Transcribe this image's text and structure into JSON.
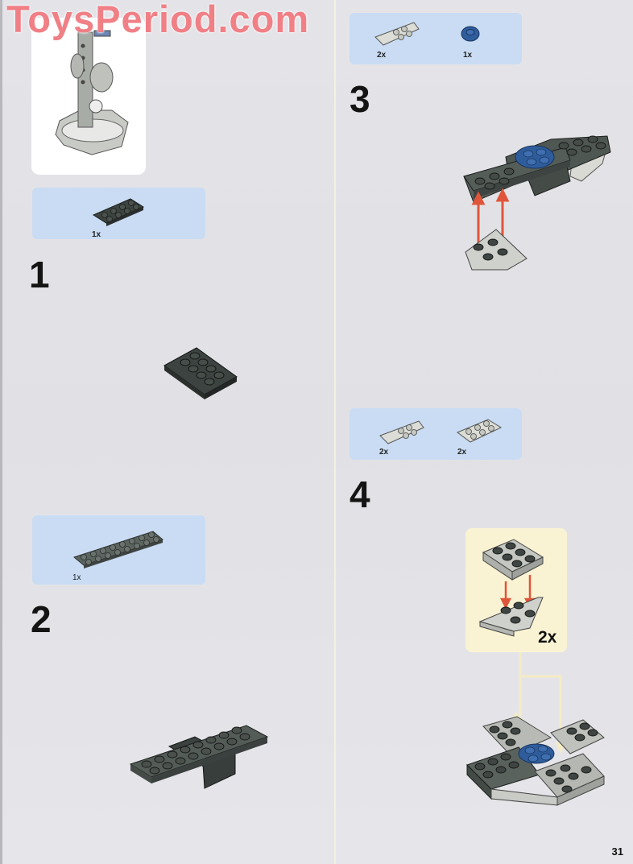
{
  "watermark": {
    "text": "ToysPeriod.com",
    "color": "#f07f86"
  },
  "page": {
    "number": "31",
    "background": "#e3e3e7"
  },
  "top_callout": {
    "description": "completed stand sub-model"
  },
  "steps": [
    {
      "number": "1",
      "parts": [
        {
          "name": "dark grey plate 2x4",
          "qty": "1x",
          "color": "#3d4440"
        }
      ]
    },
    {
      "number": "2",
      "parts": [
        {
          "name": "dark grey plate 2x8",
          "qty": "1x",
          "color": "#5c6460"
        }
      ]
    },
    {
      "number": "3",
      "parts": [
        {
          "name": "light grey wedge plate",
          "qty": "2x",
          "color": "#cfd1cc"
        },
        {
          "name": "blue round plate 2x2",
          "qty": "1x",
          "color": "#2f5d9c"
        }
      ]
    },
    {
      "number": "4",
      "parts": [
        {
          "name": "light grey wedge plate",
          "qty": "2x",
          "color": "#cfd1cc"
        },
        {
          "name": "light grey plate 2x3",
          "qty": "2x",
          "color": "#cfd1cc"
        }
      ],
      "subassembly": {
        "qty": "2x"
      }
    }
  ],
  "colors": {
    "parts_bg": "#c9dcf3",
    "sub_bg": "#faf3d3",
    "arrow": "#e0553a",
    "guide": "#f5ecc4"
  }
}
